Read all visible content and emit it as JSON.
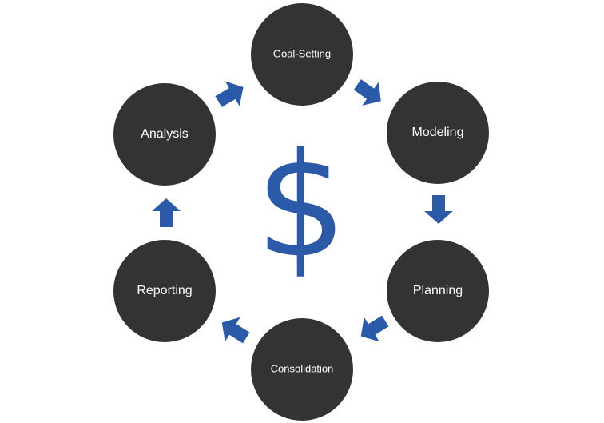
{
  "center_symbol": "$",
  "nodes": [
    {
      "id": "goal-setting",
      "label": "Goal-Setting"
    },
    {
      "id": "modeling",
      "label": "Modeling"
    },
    {
      "id": "planning",
      "label": "Planning"
    },
    {
      "id": "consolidation",
      "label": "Consolidation"
    },
    {
      "id": "reporting",
      "label": "Reporting"
    },
    {
      "id": "analysis",
      "label": "Analysis"
    }
  ],
  "colors": {
    "node_fill": "#333333",
    "node_text": "#ffffff",
    "arrow": "#2b5aa8",
    "symbol": "#2b5aa8"
  },
  "arrow_icon": "block-arrow-icon",
  "cycle_direction": "clockwise"
}
